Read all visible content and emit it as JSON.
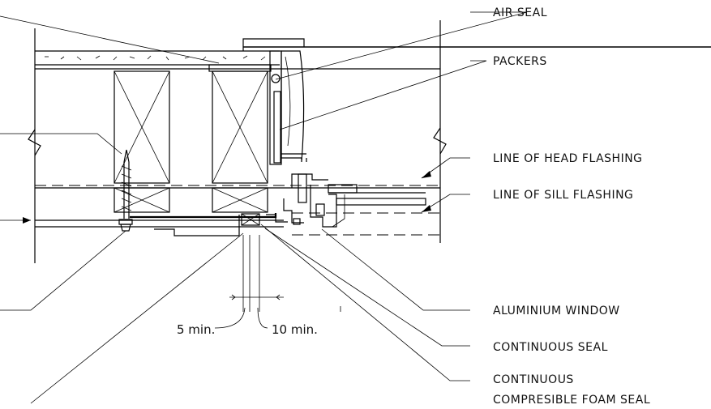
{
  "labels": {
    "air_seal": "AIR SEAL",
    "packers": "PACKERS",
    "head_flashing": "LINE OF HEAD FLASHING",
    "sill_flashing": "LINE OF SILL FLASHING",
    "aluminium_window": "ALUMINIUM WINDOW",
    "continuous_seal": "CONTINUOUS SEAL",
    "foam_seal_line1": "CONTINUOUS",
    "foam_seal_line2": "COMPRESIBLE FOAM SEAL"
  },
  "dimensions": {
    "min_5": "5 min.",
    "min_10": "10 min."
  }
}
